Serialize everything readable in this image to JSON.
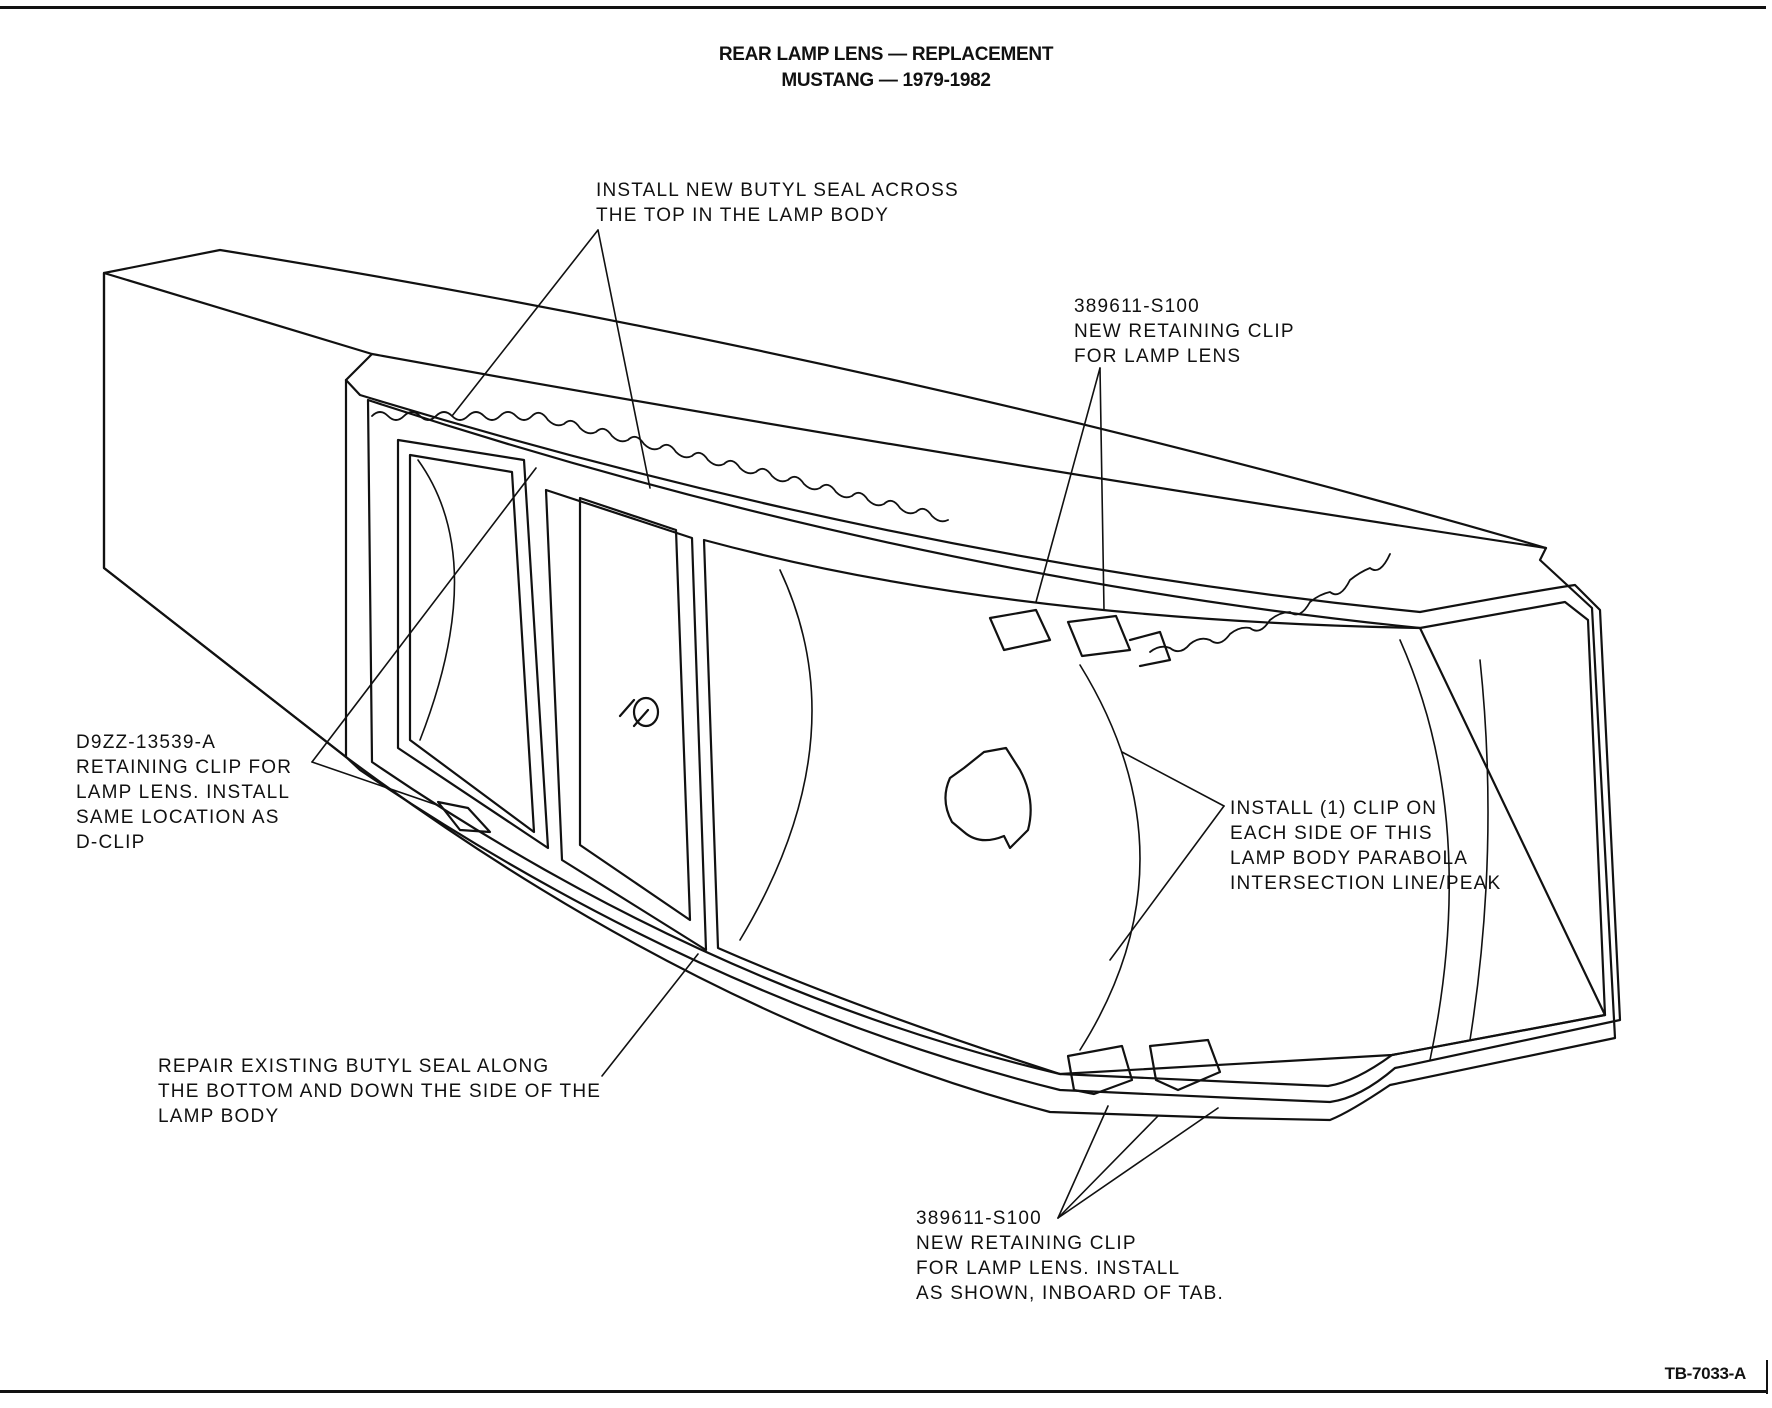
{
  "title": {
    "line1": "REAR LAMP LENS — REPLACEMENT",
    "line2": "MUSTANG — 1979-1982"
  },
  "callouts": {
    "top_seal": [
      "INSTALL NEW BUTYL SEAL ACROSS",
      "THE TOP IN THE LAMP BODY"
    ],
    "top_clip": [
      "389611-S100",
      "NEW RETAINING CLIP",
      "FOR LAMP LENS"
    ],
    "d_clip": [
      "D9ZZ-13539-A",
      "RETAINING CLIP FOR",
      "LAMP LENS. INSTALL",
      "SAME LOCATION AS",
      "D-CLIP"
    ],
    "parabola": [
      "INSTALL (1) CLIP ON",
      "EACH SIDE OF THIS",
      "LAMP BODY PARABOLA",
      "INTERSECTION LINE/PEAK"
    ],
    "bottom_seal": [
      "REPAIR EXISTING BUTYL SEAL ALONG",
      "THE BOTTOM AND DOWN THE SIDE OF THE",
      "LAMP BODY"
    ],
    "bottom_clip": [
      "389611-S100",
      "NEW RETAINING CLIP",
      "FOR LAMP LENS. INSTALL",
      "AS SHOWN, INBOARD OF TAB."
    ]
  },
  "figure_id": "TB-7033-A"
}
